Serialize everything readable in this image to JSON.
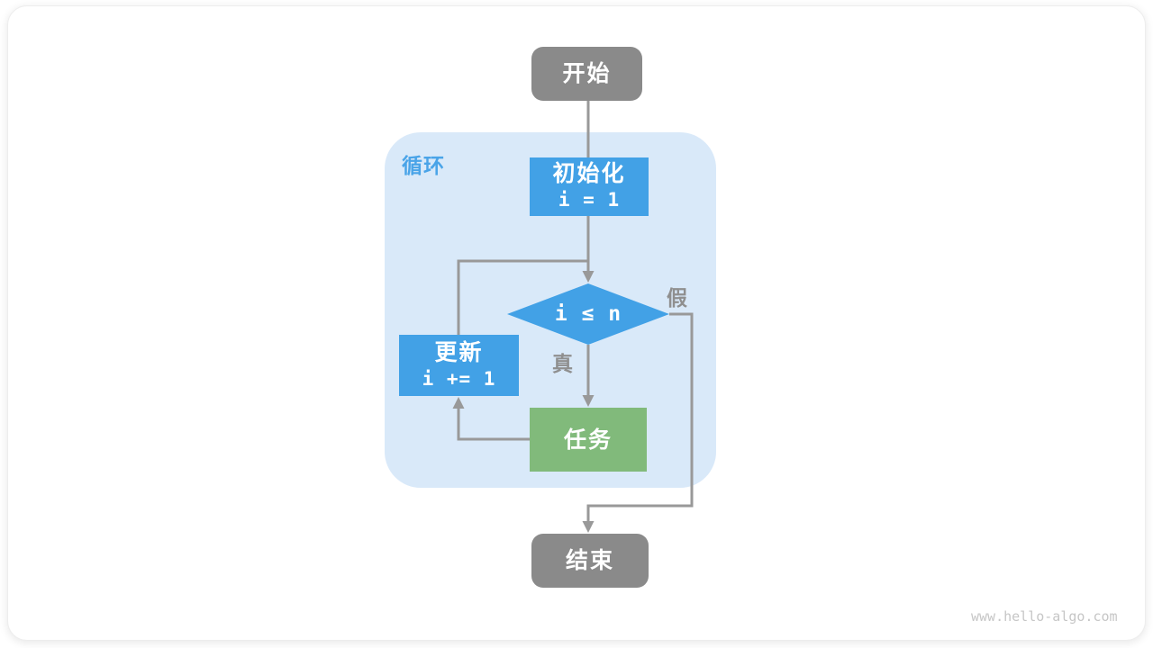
{
  "watermark": "www.hello-algo.com",
  "flowchart": {
    "loop_label": "循环",
    "nodes": {
      "start": {
        "label": "开始"
      },
      "init": {
        "label": "初始化",
        "code": "i = 1"
      },
      "condition": {
        "code": "i ≤ n"
      },
      "update": {
        "label": "更新",
        "code": "i += 1"
      },
      "task": {
        "label": "任务"
      },
      "end": {
        "label": "结束"
      }
    },
    "edge_labels": {
      "true": "真",
      "false": "假"
    },
    "colors": {
      "process_blue": "#42a1e6",
      "task_green": "#81ba7b",
      "terminal_gray": "#8a8a8a",
      "loop_container_bg": "#d9e9f9",
      "loop_label_blue": "#4aa4e8",
      "connector_gray": "#999999",
      "edge_label_gray": "#8f8f8f",
      "watermark_gray": "#c6c6c6"
    }
  }
}
